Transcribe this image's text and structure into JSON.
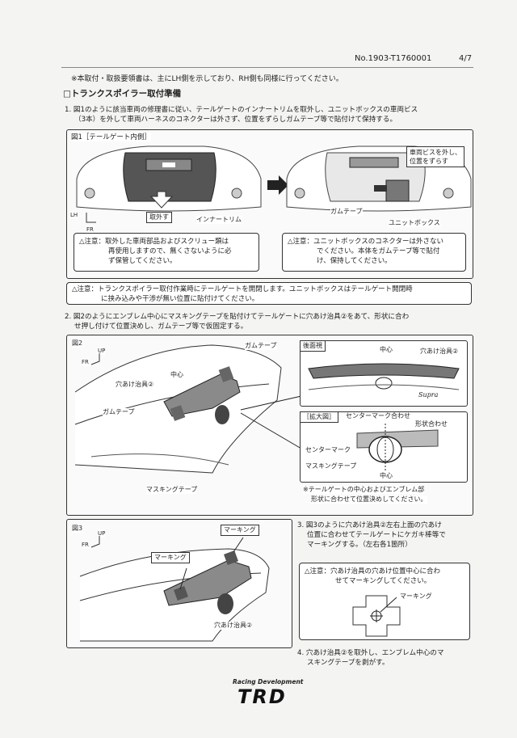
{
  "header": {
    "doc_no": "No.1903-T1760001",
    "page": "4/7"
  },
  "intro_note": "※本取付・取扱要領書は、主にLH側を示しており、RH側も同様に行ってください。",
  "section_title": "□トランクスポイラー取付準備",
  "step1": {
    "line1": "1. 図1のように該当車両の修理書に従い、テールゲートのインナートリムを取外し、ユニットボックスの車両ビス",
    "line2": "（3本）を外して車両ハーネスのコネクターは外さず、位置をずらしガムテープ等で貼付けて保持する。"
  },
  "fig1": {
    "title": "図1［テールゲート内側］",
    "remove_label": "取外す",
    "inner_trim": "インナートリム",
    "lh": "LH",
    "fr": "FR",
    "callout_line1": "車両ビスを外し、",
    "callout_line2": "位置をずらす",
    "gum_tape": "ガムテープ",
    "unit_box": "ユニットボックス",
    "note_left_1": "△注意：取外した車両部品およびスクリュー類は",
    "note_left_2": "再使用しますので、無くさないように必",
    "note_left_3": "ず保管してください。",
    "note_right_1": "△注意：ユニットボックスのコネクターは外さない",
    "note_right_2": "でください。本体をガムテープ等で貼付",
    "note_right_3": "け、保持してください。"
  },
  "caution_main": {
    "line1": "△注意：トランクスポイラー取付作業時にテールゲートを開閉します。ユニットボックスはテールゲート開閉時",
    "line2": "に挟み込みや干渉が無い位置に貼付けてください。"
  },
  "step2": {
    "line1": "2. 図2のようにエンブレム中心にマスキングテープを貼付けてテールゲートに穴あけ治具②をあて、形状に合わ",
    "line2": "せ押し付けて位置決めし、ガムテープ等で仮固定する。"
  },
  "fig2": {
    "title": "図2",
    "up": "UP",
    "fr": "FR",
    "gum_tape_top": "ガムテープ",
    "center": "中心",
    "jig": "穴あけ治具②",
    "gum_tape_left": "ガムテープ",
    "masking_tape": "マスキングテープ",
    "rear_view": "後面視",
    "rv_center": "中心",
    "rv_jig": "穴あけ治具②",
    "emblem_text": "Supra",
    "zoom": "［拡大図］",
    "center_mark_align": "センターマーク合わせ",
    "shape_align": "形状合わせ",
    "center_mark": "センターマーク",
    "masking_tape2": "マスキングテープ",
    "center2": "中心",
    "footnote_1": "※テールゲートの中心およびエンブレム部",
    "footnote_2": "形状に合わせて位置決めしてください。"
  },
  "fig3": {
    "title": "図3",
    "up": "UP",
    "fr": "FR",
    "marking_right": "マーキング",
    "marking_left": "マーキング",
    "jig": "穴あけ治具②"
  },
  "step3": {
    "line1": "3. 図3のように穴あけ治具②左右上面の穴あけ",
    "line2": "位置に合わせてテールゲートにケガキ棒等で",
    "line3": "マーキングする。（左右各1箇所）",
    "note1": "△注意：穴あけ治具の穴あけ位置中心に合わ",
    "note2": "せてマーキングしてください。",
    "marking": "マーキング"
  },
  "step4": {
    "line1": "4. 穴あけ治具②を取外し、エンブレム中心のマ",
    "line2": "スキングテープを剥がす。"
  },
  "footer": {
    "racing": "Racing Development",
    "brand": "TRD"
  }
}
